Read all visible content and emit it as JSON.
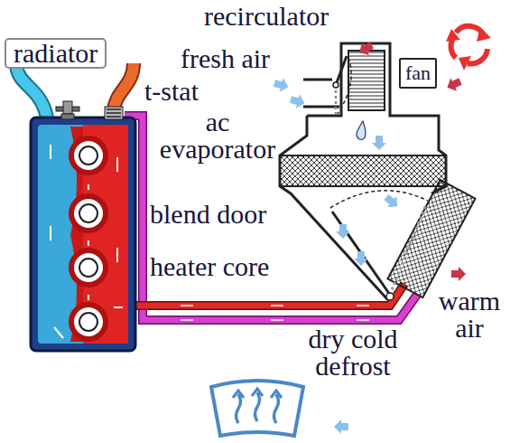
{
  "diagram": {
    "nodes": [
      {
        "text": [
          "radiator"
        ]
      },
      {
        "text": [
          "fan"
        ]
      }
    ],
    "labels": [
      "recirculator",
      "fresh air",
      "t-stat",
      "ac evaporator",
      "blend door",
      "heater core",
      "warm air",
      "dry cold defrost"
    ]
  }
}
